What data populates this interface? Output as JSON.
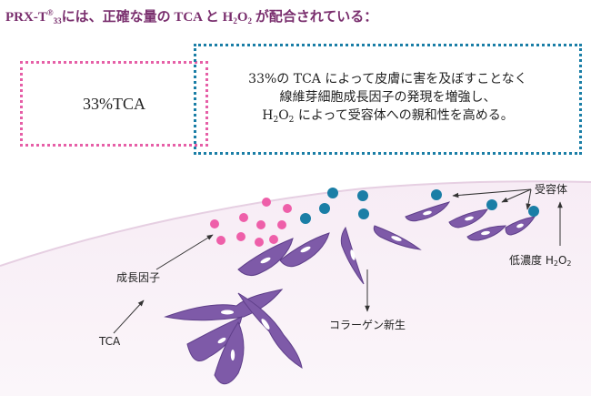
{
  "title": {
    "brand": "PRX-T",
    "brand_sup": "®",
    "brand_sub": "33",
    "text_a": "には、正確な量の TCA と H",
    "sub_2a": "2",
    "text_b": "O",
    "sub_2b": "2",
    "text_c": " が配合されている："
  },
  "left_box": {
    "label": "33%TCA"
  },
  "right_box": {
    "line1": "33%の TCA によって皮膚に害を及ぼすことなく",
    "line2": "線維芽細胞成長因子の発現を増強し、",
    "line3_a": "H",
    "line3_sub1": "2",
    "line3_b": "O",
    "line3_sub2": "2",
    "line3_c": " によって受容体への親和性を高める。"
  },
  "labels": {
    "receptor": "受容体",
    "growth_factor": "成長因子",
    "tca": "TCA",
    "collagen": "コラーゲン新生",
    "low_conc_a": "低濃度 H",
    "low_conc_sub1": "2",
    "low_conc_b": "O",
    "low_conc_sub2": "2"
  },
  "colors": {
    "title": "#7a2f6e",
    "pink_dots": "#ee5fa9",
    "blue_dots": "#1a7ea6",
    "cells": "#7e5aa8",
    "skin": "#f6eaf4"
  }
}
